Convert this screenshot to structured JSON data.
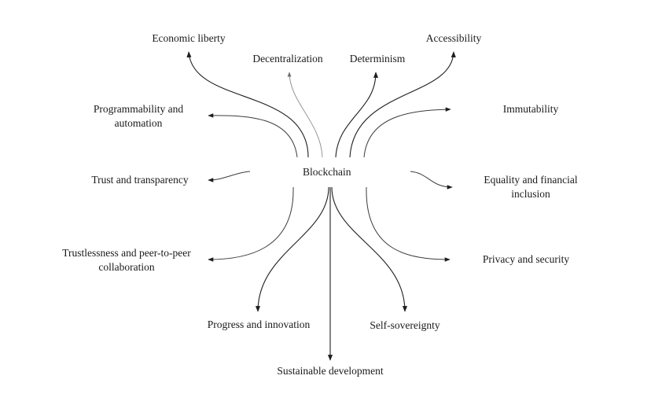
{
  "center": {
    "label": "Blockchain"
  },
  "values": {
    "economic_liberty": "Economic liberty",
    "decentralization": "Decentralization",
    "determinism": "Determinism",
    "accessibility": "Accessibility",
    "programmability_line1": "Programmability and",
    "programmability_line2": "automation",
    "immutability": "Immutability",
    "trust_transparency": "Trust and transparency",
    "equality_line1": "Equality and financial",
    "equality_line2": "inclusion",
    "trustlessness_line1": "Trustlessness and peer-to-peer",
    "trustlessness_line2": "collaboration",
    "privacy_security": "Privacy and security",
    "progress_innovation": "Progress and innovation",
    "self_sovereignty": "Self-sovereignty",
    "sustainable_development": "Sustainable development"
  },
  "colors": {
    "line_dark": "#1e1e1e",
    "line_mid": "#3c3c3c",
    "line_light": "#8a8a8a",
    "text": "#1a1a1a",
    "background": "#ffffff"
  }
}
